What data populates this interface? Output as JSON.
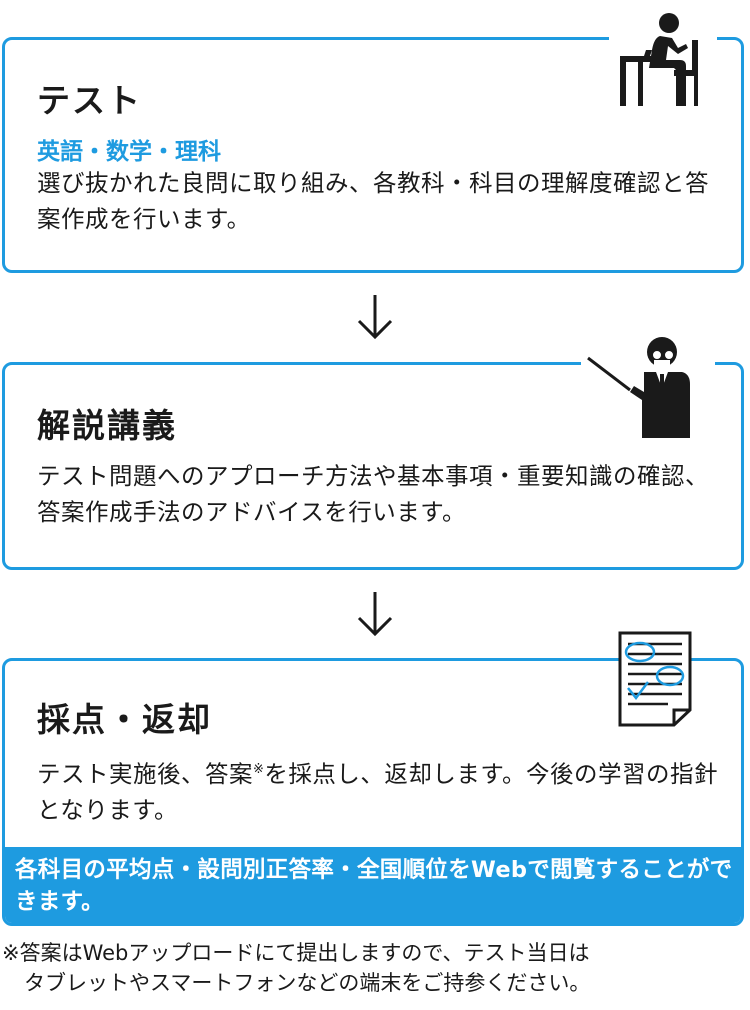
{
  "step1": {
    "title": "テスト",
    "subtitle": "英語・数学・理科",
    "body": "選び抜かれた良問に取り組み、各教科・科目の理解度確認と答案作成を行います。"
  },
  "step2": {
    "title": "解説講義",
    "body": "テスト問題へのアプローチ方法や基本事項・重要知識の確認、答案作成手法のアドバイスを行います。"
  },
  "step3": {
    "title": "採点・返却",
    "body_part1": "テスト実施後、答案",
    "body_mark": "※",
    "body_part2": "を採点し、返却します。今後の学習の指針となります。",
    "banner": "各科目の平均点・設問別正答率・全国順位をWebで閲覧することができます。"
  },
  "footnote": {
    "line1": "※答案はWebアップロードにて提出しますので、テスト当日は",
    "line2": "タブレットやスマートフォンなどの端末をご持参ください。"
  },
  "icons": {
    "step1": "student-at-desk-icon",
    "step2": "teacher-with-pointer-icon",
    "step3": "graded-answer-sheet-icon",
    "arrow": "down-arrow-icon"
  },
  "colors": {
    "accent": "#1e9be0",
    "text": "#1a1a1a",
    "banner_text": "#ffffff"
  }
}
